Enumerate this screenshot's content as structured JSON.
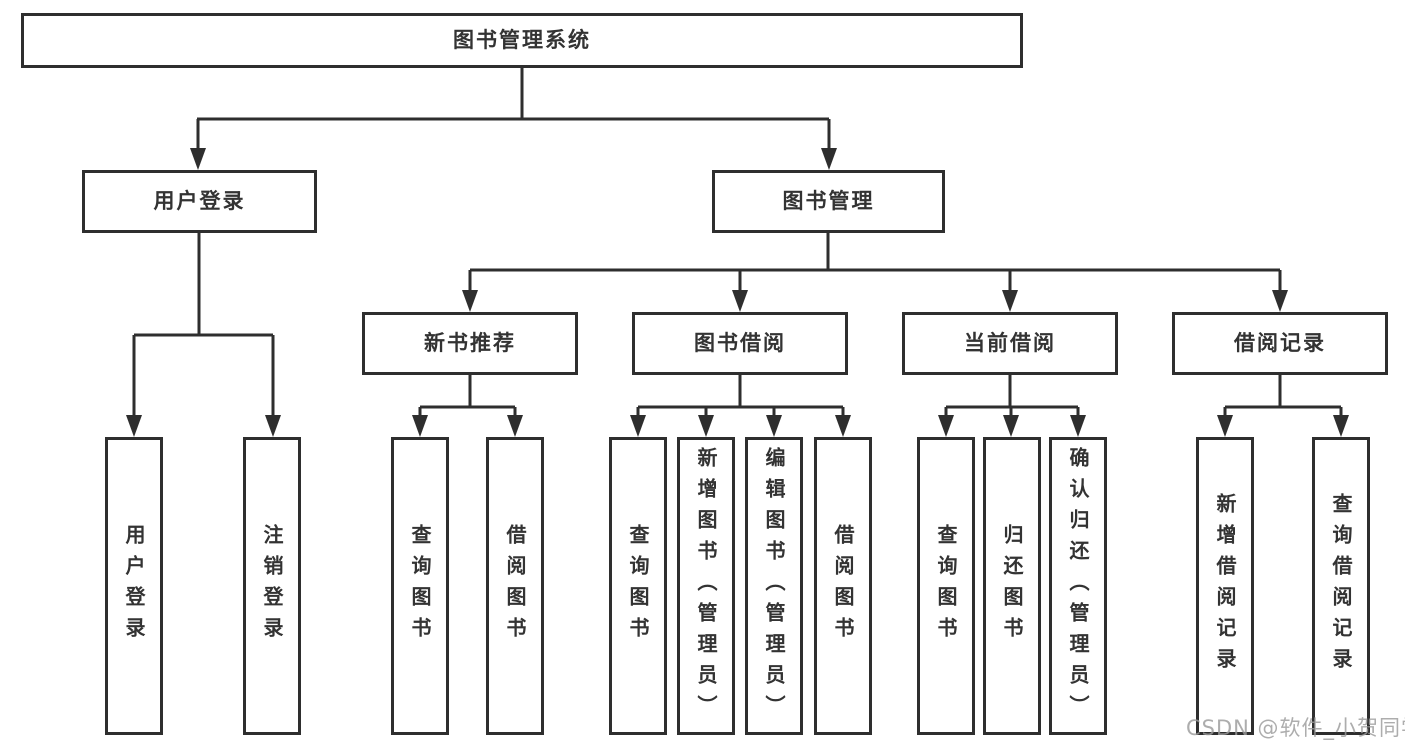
{
  "diagram": {
    "title": "图书管理系统",
    "level2": {
      "user_login": "用户登录",
      "book_mgmt": "图书管理"
    },
    "level3": {
      "new_book_rec": "新书推荐",
      "book_borrow": "图书借阅",
      "current_borrow": "当前借阅",
      "borrow_record": "借阅记录"
    },
    "leaves": {
      "user_login": [
        "用户登录",
        "注销登录"
      ],
      "new_book_rec": [
        "查询图书",
        "借阅图书"
      ],
      "book_borrow": [
        "查询图书",
        "新增图书（管理员）",
        "编辑图书（管理员）",
        "借阅图书"
      ],
      "current_borrow": [
        "查询图书",
        "归还图书",
        "确认归还（管理员）"
      ],
      "borrow_record": [
        "新增借阅记录",
        "查询借阅记录"
      ]
    },
    "colors": {
      "line": "#2e2e2e",
      "text": "#333333",
      "background": "#ffffff",
      "watermark": "#9b9b9b"
    }
  },
  "watermark": "CSDN @软件_小贺同学"
}
